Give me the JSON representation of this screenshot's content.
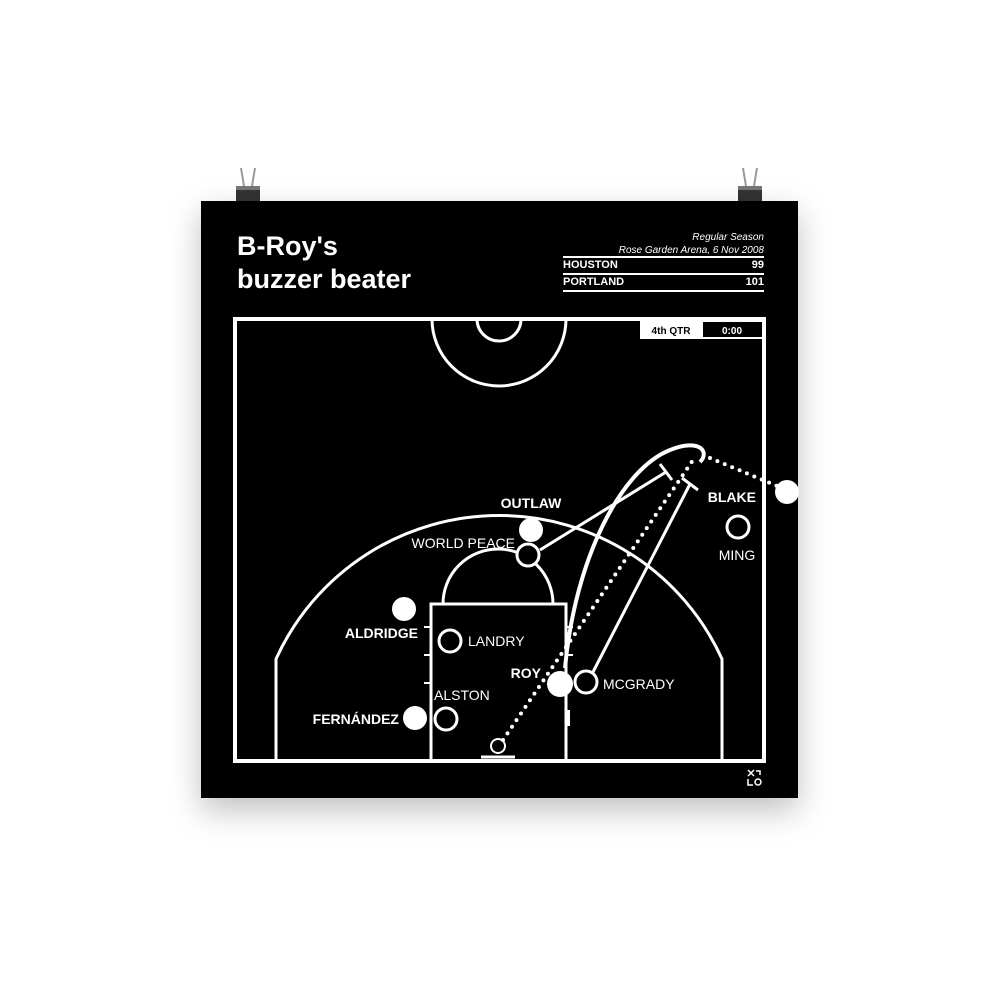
{
  "title": {
    "line1": "B-Roy's",
    "line2": "buzzer beater"
  },
  "game": {
    "season": "Regular Season",
    "venue_date": "Rose Garden Arena, 6 Nov 2008"
  },
  "scores": [
    {
      "team": "HOUSTON",
      "points": "99"
    },
    {
      "team": "PORTLAND",
      "points": "101"
    }
  ],
  "clock": {
    "period": "4th QTR",
    "time": "0:00"
  },
  "players": {
    "portland": [
      "OUTLAW",
      "ALDRIDGE",
      "FERNÁNDEZ",
      "ROY",
      "BLAKE"
    ],
    "houston": [
      "WORLD PEACE",
      "LANDRY",
      "ALSTON",
      "MCGRADY",
      "MING"
    ]
  },
  "colors": {
    "background": "#000000",
    "lines": "#ffffff"
  }
}
